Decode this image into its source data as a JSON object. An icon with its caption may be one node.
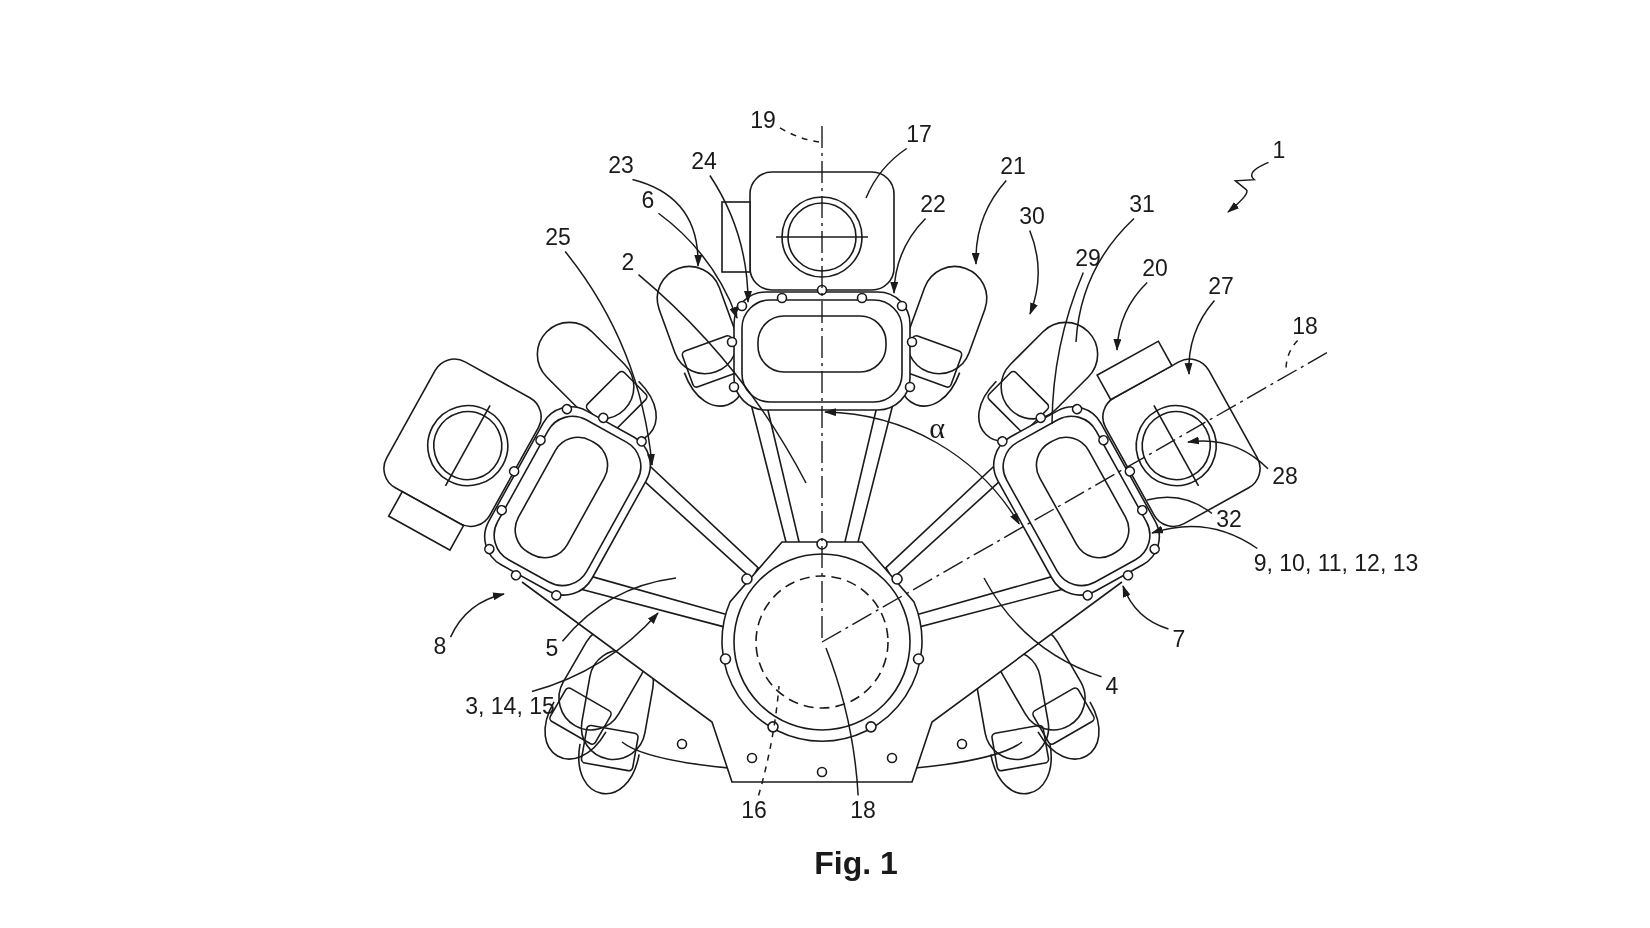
{
  "diagram": {
    "caption": "Fig. 1",
    "nodes": [
      {
        "text": [
          "19"
        ]
      },
      {
        "text": [
          "17"
        ]
      },
      {
        "text": [
          "23"
        ]
      },
      {
        "text": [
          "24"
        ]
      },
      {
        "text": [
          "21"
        ]
      },
      {
        "text": [
          "1"
        ]
      },
      {
        "text": [
          "6"
        ]
      },
      {
        "text": [
          "22"
        ]
      },
      {
        "text": [
          "30"
        ]
      },
      {
        "text": [
          "31"
        ]
      },
      {
        "text": [
          "25"
        ]
      },
      {
        "text": [
          "2"
        ]
      },
      {
        "text": [
          "29"
        ]
      },
      {
        "text": [
          "20"
        ]
      },
      {
        "text": [
          "27"
        ]
      },
      {
        "text": [
          "18"
        ]
      },
      {
        "text": [
          "28"
        ]
      },
      {
        "text": [
          "32"
        ]
      },
      {
        "text": [
          "9, 10, 11, 12, 13"
        ]
      },
      {
        "text": [
          "8"
        ]
      },
      {
        "text": [
          "5"
        ]
      },
      {
        "text": [
          "7"
        ]
      },
      {
        "text": [
          "4"
        ]
      },
      {
        "text": [
          "3, 14, 15"
        ]
      },
      {
        "text": [
          "16"
        ]
      },
      {
        "text": [
          "18"
        ]
      }
    ],
    "edges": [
      {
        "from": 0,
        "to": null,
        "arrow": "none",
        "style": "dashed"
      },
      {
        "from": 1,
        "to": null,
        "arrow": "none"
      },
      {
        "from": 2,
        "to": null,
        "arrow": "to"
      },
      {
        "from": 3,
        "to": null,
        "arrow": "to"
      },
      {
        "from": 4,
        "to": null,
        "arrow": "to"
      },
      {
        "from": 5,
        "to": null,
        "arrow": "to"
      },
      {
        "from": 6,
        "to": null,
        "arrow": "to"
      },
      {
        "from": 7,
        "to": null,
        "arrow": "to"
      },
      {
        "from": 8,
        "to": null,
        "arrow": "to"
      },
      {
        "from": 9,
        "to": null,
        "arrow": "none"
      },
      {
        "from": 10,
        "to": null,
        "arrow": "to"
      },
      {
        "from": 11,
        "to": null,
        "arrow": "none"
      },
      {
        "from": 12,
        "to": null,
        "arrow": "none"
      },
      {
        "from": 13,
        "to": null,
        "arrow": "to"
      },
      {
        "from": 14,
        "to": null,
        "arrow": "to"
      },
      {
        "from": 15,
        "to": null,
        "arrow": "none",
        "style": "dashed"
      },
      {
        "from": 16,
        "to": null,
        "arrow": "to"
      },
      {
        "from": 17,
        "to": null,
        "arrow": "none"
      },
      {
        "from": 18,
        "to": null,
        "arrow": "to"
      },
      {
        "from": 19,
        "to": null,
        "arrow": "to"
      },
      {
        "from": 20,
        "to": null,
        "arrow": "none"
      },
      {
        "from": 21,
        "to": null,
        "arrow": "to"
      },
      {
        "from": 22,
        "to": null,
        "arrow": "none"
      },
      {
        "from": 23,
        "to": null,
        "arrow": "to"
      },
      {
        "from": 24,
        "to": null,
        "arrow": "none",
        "style": "dashed"
      },
      {
        "from": 25,
        "to": null,
        "arrow": "none"
      }
    ],
    "labels": [
      "α"
    ]
  }
}
